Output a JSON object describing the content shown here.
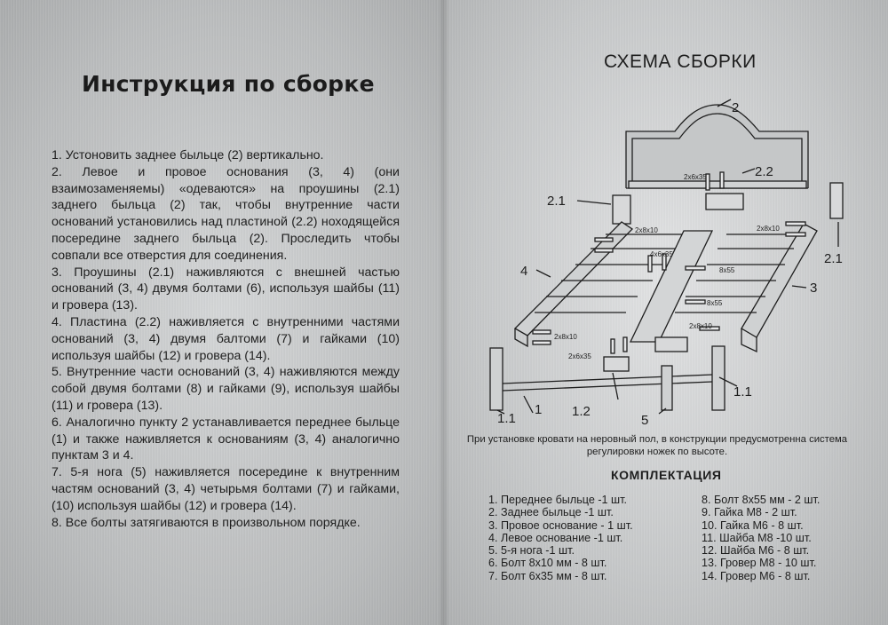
{
  "left": {
    "title": "Инструкция по сборке",
    "steps": [
      "1. Устоновить заднее быльце (2) вертикально.",
      "2. Левое и провое основания (3, 4) (они взаимозаменяемы) «одеваются» на проушины (2.1) заднего быльца (2) так, чтобы внутренние части оснований установились над пластиной (2.2) ноходящейся посередине заднего быльца (2). Проследить чтобы совпали все отверстия для соединения.",
      "3. Проушины (2.1) наживляются с внешней частью оснований (3, 4) двумя болтами (6), используя шайбы (11) и гровера (13).",
      "4. Пластина (2.2) наживляется с внутренними частями оснований (3, 4) двумя балтоми (7) и гайками (10) используя шайбы (12) и гровера (14).",
      "5. Внутренние части оснований (3, 4) наживляются между собой двумя болтами (8) и гайками (9), используя шайбы (11) и гровера (13).",
      "6. Аналогично пункту 2 устанавливается переднее быльце (1) и также наживляется к основаниям (3, 4) аналогично пунктам 3 и 4.",
      "7. 5-я нога (5) наживляется посередине к внутренним частям оснований (3, 4) четырьмя болтами (7) и гайками, (10) используя шайбы (12) и гровера (14).",
      "8. Все болты затягиваются в произвольном порядке."
    ]
  },
  "right": {
    "title": "СХЕМА СБОРКИ",
    "diagram_labels": {
      "part_2": "2",
      "part_2_2": "2.2",
      "part_2_1_left": "2.1",
      "part_2_1_right": "2.1",
      "part_4": "4",
      "part_3": "3",
      "part_1": "1",
      "part_1_1_left": "1.1",
      "part_1_1_right": "1.1",
      "part_1_2": "1.2",
      "part_5": "5",
      "bolt_2x6x35_top": "2x6x35",
      "bolt_2x8x10_left": "2x8x10",
      "bolt_2x8x10_right": "2x8x10",
      "bolt_4x6x35": "4x6x35",
      "bolt_8x55_a": "8x55",
      "bolt_8x55_b": "8x55",
      "bolt_2x8x10_mid": "2x8x10",
      "bolt_2x8x10_bottom": "2x8x10",
      "bolt_2x6x35_bottom": "2x6x35"
    },
    "note": "При установке кровати на неровный пол, в конструкции предусмотренна система регулировки ножек по высоте.",
    "kit_title": "КОМПЛЕКТАЦИЯ",
    "kit_left": [
      "1. Переднее быльце -1 шт.",
      "2. Заднее быльце -1 шт.",
      "3. Провое основание - 1 шт.",
      "4. Левое основание -1 шт.",
      "5. 5-я нога -1 шт.",
      "6. Болт 8х10 мм - 8 шт.",
      "7. Болт 6х35 мм - 8 шт."
    ],
    "kit_right": [
      "8. Болт 8х55 мм - 2 шт.",
      "9. Гайка М8 - 2 шт.",
      "10. Гайка М6 - 8 шт.",
      "11. Шайба М8 -10 шт.",
      "12. Шайба М6 - 8 шт.",
      "13. Гровер М8 - 10 шт.",
      "14. Гровер М6 - 8 шт."
    ]
  }
}
